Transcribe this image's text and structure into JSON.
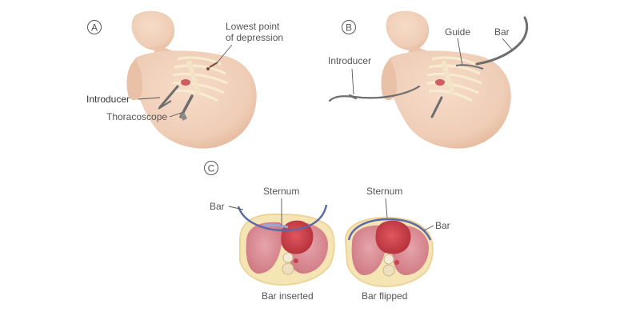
{
  "panels": {
    "a": {
      "letter": "A",
      "labels": {
        "lowest_point": [
          "Lowest point",
          "of depression"
        ],
        "introducer": "Introducer",
        "thoracoscope": "Thoracoscope"
      }
    },
    "b": {
      "letter": "B",
      "labels": {
        "introducer": "Introducer",
        "guide": "Guide",
        "bar": "Bar"
      }
    },
    "c": {
      "letter": "C",
      "left": {
        "sternum": "Sternum",
        "bar": "Bar",
        "caption": "Bar inserted"
      },
      "right": {
        "sternum": "Sternum",
        "bar": "Bar",
        "caption": "Bar flipped"
      }
    }
  },
  "colors": {
    "skin": "#f2d3bf",
    "skin_shadow": "#e3b79c",
    "ribs": "#f7ecd2",
    "lung": "#d98a93",
    "heart": "#c8404a",
    "section_outline": "#f3dca6",
    "bar": "#5a6aa8",
    "instrument": "#6e6e6e",
    "label_text": "#555555"
  }
}
